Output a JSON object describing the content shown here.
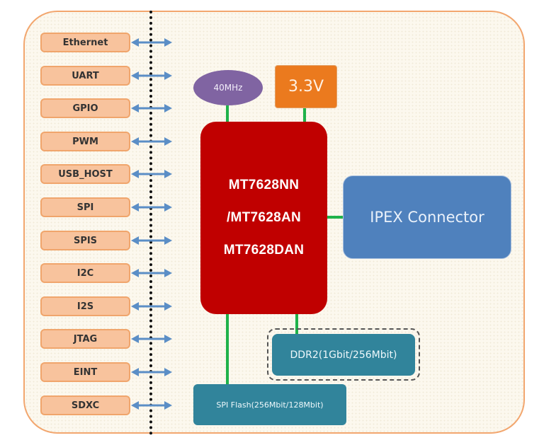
{
  "diagram": {
    "interfaces": [
      {
        "label": "Ethernet"
      },
      {
        "label": "UART"
      },
      {
        "label": "GPIO"
      },
      {
        "label": "PWM"
      },
      {
        "label": "USB_HOST"
      },
      {
        "label": "SPI"
      },
      {
        "label": "SPIS"
      },
      {
        "label": "I2C"
      },
      {
        "label": "I2S"
      },
      {
        "label": "JTAG"
      },
      {
        "label": "EINT"
      },
      {
        "label": "SDXC"
      }
    ],
    "oscillator": {
      "label": "40MHz"
    },
    "power": {
      "label": "3.3V"
    },
    "soc": {
      "lines": [
        "MT7628NN",
        "/MT7628AN",
        "MT7628DAN"
      ]
    },
    "antenna_connector": {
      "label": "IPEX Connector"
    },
    "memory": {
      "label": "DDR2(1Gbit/256Mbit)"
    },
    "flash": {
      "label": "SPI Flash(256Mbit/128Mbit)"
    },
    "colors": {
      "frame_border": "#f2a66e",
      "frame_fill": "#fcf8ee",
      "interface_fill": "#f8c39d",
      "arrow": "#5b8ec6",
      "oscillator": "#8064a2",
      "power": "#eb7a1e",
      "soc": "#c00000",
      "ipex": "#4f81bd",
      "memory": "#31849b",
      "wire": "#1fb24a"
    }
  }
}
